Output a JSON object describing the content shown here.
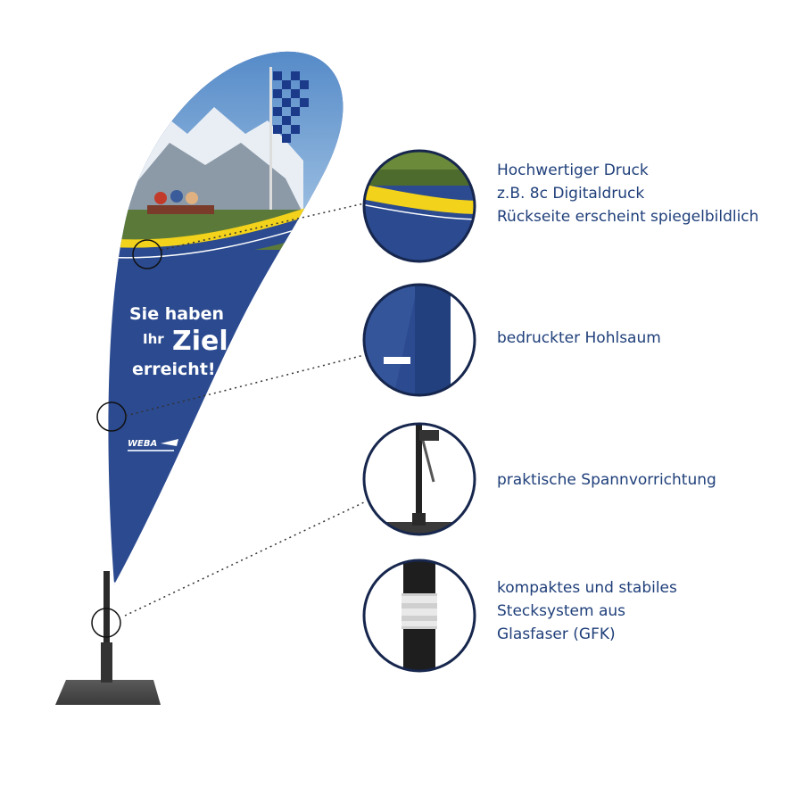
{
  "flag": {
    "slogan_line1": "Sie haben",
    "slogan_ihr": "Ihr",
    "slogan_ziel": "Ziel",
    "slogan_line3": "erreicht!",
    "logo_text": "WEBA",
    "colors": {
      "flag_blue": "#2b4a8f",
      "accent_yellow": "#f2d21a",
      "base_plate": "#4a4a4a",
      "text_blue": "#1f3f7a"
    }
  },
  "features": [
    {
      "icon": "print-detail-icon",
      "lines": [
        "Hochwertiger Druck",
        "z.B. 8c Digitaldruck",
        "Rückseite erscheint spiegelbildlich"
      ]
    },
    {
      "icon": "hem-detail-icon",
      "lines": [
        "bedruckter Hohlsaum"
      ]
    },
    {
      "icon": "tensioner-detail-icon",
      "lines": [
        "praktische Spannvorrichtung"
      ]
    },
    {
      "icon": "pole-joint-detail-icon",
      "lines": [
        "kompaktes und stabiles",
        "Stecksystem aus",
        "Glasfaser (GFK)"
      ]
    }
  ]
}
